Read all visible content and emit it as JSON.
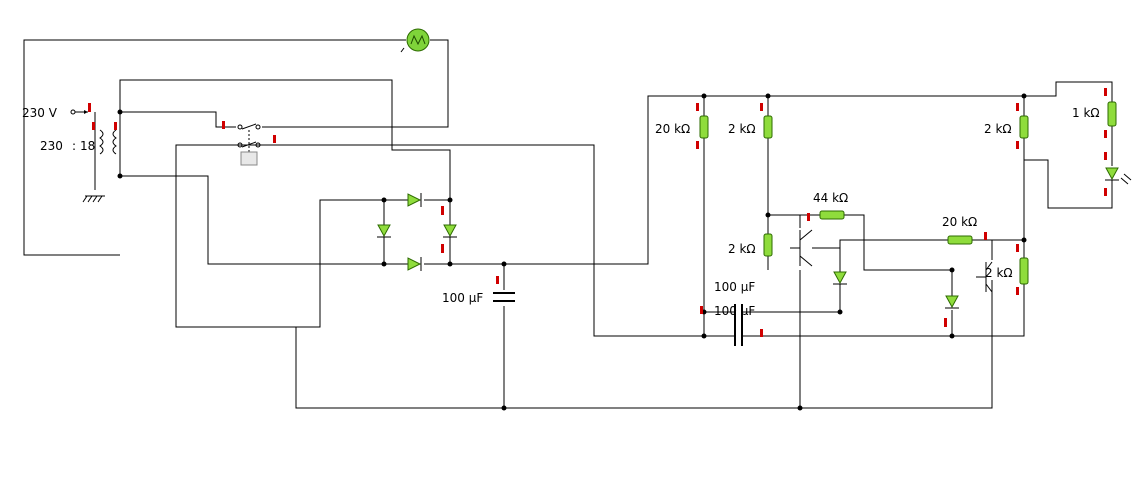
{
  "labels": {
    "source_voltage": "230 V",
    "transformer_ratio_left": "230",
    "transformer_ratio_sep": ":",
    "transformer_ratio_right": "18",
    "cap_main": "100 µF",
    "cap_timer": "100 µF",
    "cap_timer_overlap": "100 µF",
    "r1": "20 kΩ",
    "r2": "2 kΩ",
    "r3": "2 kΩ",
    "r4": "44 kΩ",
    "r5": "20 kΩ",
    "r6": "2 kΩ",
    "r7": "2 kΩ",
    "r8": "1 kΩ"
  },
  "colors": {
    "component_fill": "#8fdc3c",
    "pin_marker": "#d00000",
    "lamp": "#7fd43a"
  },
  "icons": {
    "lamp": "lamp-icon",
    "switch": "switch-icon",
    "ground": "ground-icon",
    "led": "led-icon"
  }
}
